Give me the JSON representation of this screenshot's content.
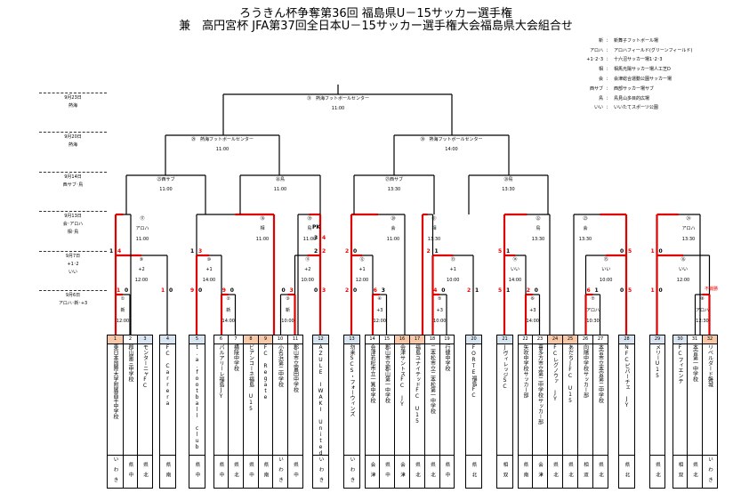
{
  "header": {
    "title_line1": "ろうきん杯争奪第36回 福島県U－15サッカー選手権",
    "title_line2": "兼　高円宮杯 JFA第37回全日本U－15サッカー選手権大会福島県大会組合せ"
  },
  "legend": [
    {
      "abbr": "新",
      "sep": "：",
      "venue": "新舞子フットボール場"
    },
    {
      "abbr": "アロハ",
      "sep": "：",
      "venue": "アロハフィールド(グリーンフィールド)"
    },
    {
      "abbr": "+1･2･3",
      "sep": "：",
      "venue": "十六沼サッカー場1･2･3"
    },
    {
      "abbr": "相",
      "sep": "：",
      "venue": "相馬光陽サッカー場人工芝D"
    },
    {
      "abbr": "会",
      "sep": "：",
      "venue": "会津総合運動公園サッカー場"
    },
    {
      "abbr": "西サブ",
      "sep": "：",
      "venue": "西部サッカー場サブ"
    },
    {
      "abbr": "鳥",
      "sep": "：",
      "venue": "鳥見山多目的広場"
    },
    {
      "abbr": "いい",
      "sep": "：",
      "venue": "いいたてスポーツ公園"
    }
  ],
  "schedule": [
    {
      "date": "9月23日",
      "venues": [
        "熱海"
      ]
    },
    {
      "date": "9月20日",
      "venues": [
        "熱海"
      ]
    },
    {
      "date": "9月14日",
      "venues": [
        "西サブ･鳥"
      ]
    },
    {
      "date": "9月13日",
      "venues": [
        "会･アロハ",
        "相･鳥"
      ]
    },
    {
      "date": "9月7日",
      "venues": [
        "+1･2",
        "いい"
      ]
    },
    {
      "date": "9月6日",
      "venues": [
        "アロハ･新･+3"
      ]
    }
  ],
  "games": {
    "final": {
      "no": "㉛",
      "venue": "熱海フットボールセンター",
      "time": "11:00"
    },
    "sf1": {
      "no": "㉙",
      "venue": "熱海フットボールセンター",
      "time": "11:00"
    },
    "sf2": {
      "no": "㉚",
      "venue": "熱海フットボールセンター",
      "time": "14:00"
    },
    "qf1": {
      "label": "㉕西サブ",
      "time": "11:00"
    },
    "qf2": {
      "label": "㉖鳥",
      "time": "11:00"
    },
    "qf3": {
      "label": "㉗西サブ",
      "time": "13:30"
    },
    "qf4": {
      "label": "㉘鳥",
      "time": "13:30"
    },
    "r16": [
      {
        "no": "⑰",
        "venue": "アロハ",
        "time": "11:00",
        "score_l": "1",
        "score_r": "4",
        "winner": "r"
      },
      {
        "no": "⑱",
        "venue": "相",
        "time": "11:00",
        "score_l": "1",
        "score_r": "3",
        "winner": "r"
      },
      {
        "no": "⑲",
        "venue": "鳥",
        "time": "11:00",
        "pk_label": "PK",
        "pk_l": "3",
        "pk_r": "4",
        "score_l": "2",
        "score_r": "2",
        "winner": "r"
      },
      {
        "no": "⑳",
        "venue": "会",
        "time": "11:00",
        "score_l": "2",
        "score_r": "0",
        "winner": "l"
      },
      {
        "no": "㉑",
        "venue": "相",
        "time": "13:30",
        "score_l": "2",
        "score_r": "1",
        "winner": "l"
      },
      {
        "no": "㉒",
        "venue": "鳥",
        "time": "13:30",
        "score_l": "5",
        "score_r": "1",
        "winner": "l"
      },
      {
        "no": "㉓",
        "venue": "会",
        "time": "13:30",
        "score_l": "0",
        "score_r": "5",
        "winner": "r"
      },
      {
        "no": "㉔",
        "venue": "アロハ",
        "time": "13:30",
        "score_l": "1",
        "score_r": "0",
        "winner": "l"
      }
    ],
    "r2": [
      {
        "no": "⑨",
        "venue": "+2",
        "time": "12:00",
        "score_l": "1",
        "score_r": "0",
        "winner": "l"
      },
      {
        "no": "⑩",
        "venue": "+1",
        "time": "14:00",
        "score_l": "9",
        "score_r": "0",
        "winner": "l"
      },
      {
        "no": "⑪",
        "venue": "+2",
        "time": "10:00",
        "score_l": "0",
        "score_r": "3",
        "winner": "r"
      },
      {
        "no": "⑫",
        "venue": "+1",
        "time": "12:00",
        "score_l": "2",
        "score_r": "0",
        "winner": "l"
      },
      {
        "no": "⑬",
        "venue": "+1",
        "time": "10:00",
        "score_l": "2",
        "score_r": "1",
        "winner": "l"
      },
      {
        "no": "⑭",
        "venue": "いい",
        "time": "14:00",
        "score_l": "5",
        "score_r": "1",
        "winner": "l"
      },
      {
        "no": "⑮",
        "venue": "いい",
        "time": "10:00",
        "score_l": "0",
        "score_r": "5",
        "winner": "r"
      },
      {
        "no": "⑯",
        "venue": "いい",
        "time": "12:00",
        "score_l": "1",
        "score_r": "0",
        "winner": "l"
      }
    ],
    "r1": [
      {
        "no": "①",
        "venue": "新",
        "time": "12:00",
        "score_l": "1",
        "score_r": "0",
        "winner": "l"
      },
      {
        "no": "②",
        "venue": "新",
        "time": "14:00",
        "score_l": "9",
        "score_r": "0",
        "winner": "l"
      },
      {
        "no": "③",
        "venue": "新",
        "time": "10:00",
        "score_l": "0",
        "score_r": "3",
        "winner": "r"
      },
      {
        "no": "④",
        "venue": "+3",
        "time": "12:00",
        "score_l": "6",
        "score_r": "3",
        "winner": "l"
      },
      {
        "no": "⑤",
        "venue": "+3",
        "time": "10:00",
        "score_l": "4",
        "score_r": "0",
        "winner": "l"
      },
      {
        "no": "⑥",
        "venue": "+3",
        "time": "14:00",
        "score_l": "2",
        "score_r": "0",
        "winner": "l"
      },
      {
        "no": "⑦",
        "venue": "アロハ",
        "time": "10:30",
        "score_l": "6",
        "score_r": "1",
        "winner": "l"
      },
      {
        "no": "⑧",
        "venue": "アロハ",
        "time": "12:30",
        "note": "不戦勝",
        "winner": "r"
      }
    ]
  },
  "teams": [
    {
      "no": "1",
      "name": "東日本国際大学附属昌平中学校",
      "region": "いわき",
      "seed": "pink"
    },
    {
      "no": "2",
      "name": "郡山第三中学校",
      "region": "県中",
      "seed": ""
    },
    {
      "no": "3",
      "name": "モンターニャFC",
      "region": "県北",
      "seed": "blue"
    },
    {
      "no": "4",
      "name": "FC Carrera",
      "region": "県南",
      "seed": "blue"
    },
    {
      "no": "5",
      "name": "t.a.football club",
      "region": "県中",
      "seed": "blue"
    },
    {
      "no": "6",
      "name": "パルアリーレ福島JY",
      "region": "県中",
      "seed": ""
    },
    {
      "no": "7",
      "name": "横陵中学校",
      "region": "県北",
      "seed": ""
    },
    {
      "no": "8",
      "name": "ビアンコーネ福島 U15",
      "region": "県中",
      "seed": "pink"
    },
    {
      "no": "9",
      "name": "FC Regate",
      "region": "県南",
      "seed": "pink"
    },
    {
      "no": "10",
      "name": "小名浜第二中学校",
      "region": "いわき",
      "seed": ""
    },
    {
      "no": "11",
      "name": "郡山市立富田中学校",
      "region": "県中",
      "seed": ""
    },
    {
      "no": "12",
      "name": "AZULE IWAKI United",
      "region": "いわき",
      "seed": "blue"
    },
    {
      "no": "13",
      "name": "勿来SCS・フォーウィンズ",
      "region": "いわき",
      "seed": "blue"
    },
    {
      "no": "14",
      "name": "会津若松市立一箕中学校",
      "region": "会津",
      "seed": ""
    },
    {
      "no": "15",
      "name": "郡山市立郡山第一中学校",
      "region": "県中",
      "seed": ""
    },
    {
      "no": "16",
      "name": "会津サントスFC JY",
      "region": "会津",
      "seed": "pink"
    },
    {
      "no": "17",
      "name": "福島ユナイテッドFC U15",
      "region": "県北",
      "seed": "pink"
    },
    {
      "no": "18",
      "name": "二本松市立二本松第一中学校",
      "region": "県北",
      "seed": ""
    },
    {
      "no": "19",
      "name": "行健中学校",
      "region": "県中",
      "seed": ""
    },
    {
      "no": "20",
      "name": "FORTE福島FC",
      "region": "県北",
      "seed": "blue"
    },
    {
      "no": "21",
      "name": "JヴィレッジSC",
      "region": "相双",
      "seed": "blue"
    },
    {
      "no": "22",
      "name": "矢吹中学校サッカー部",
      "region": "県南",
      "seed": ""
    },
    {
      "no": "23",
      "name": "喜多方市立第二中学校サッカー部",
      "region": "会津",
      "seed": ""
    },
    {
      "no": "24",
      "name": "FCレグノウァ JY",
      "region": "県北",
      "seed": "pink"
    },
    {
      "no": "25",
      "name": "あだちJFC U15",
      "region": "県北",
      "seed": "pink"
    },
    {
      "no": "26",
      "name": "向陽中学校サッカー部",
      "region": "相双",
      "seed": ""
    },
    {
      "no": "27",
      "name": "本宮市立本宮第二中学校",
      "region": "県北",
      "seed": ""
    },
    {
      "no": "28",
      "name": "NFCピバーチェ JY",
      "region": "県北",
      "seed": "blue"
    },
    {
      "no": "29",
      "name": "メリーU15",
      "region": "県北",
      "seed": "blue"
    },
    {
      "no": "30",
      "name": "FCフィエンテ",
      "region": "相双",
      "seed": "blue"
    },
    {
      "no": "31",
      "name": "本宮第一中学校",
      "region": "県北",
      "seed": ""
    },
    {
      "no": "32",
      "name": "リベルダード磐城",
      "region": "いわき",
      "seed": "pink"
    }
  ],
  "colors": {
    "winner_line": "#e00000",
    "seed_pink": "#f8c9a8",
    "seed_blue": "#d9e6f2"
  }
}
